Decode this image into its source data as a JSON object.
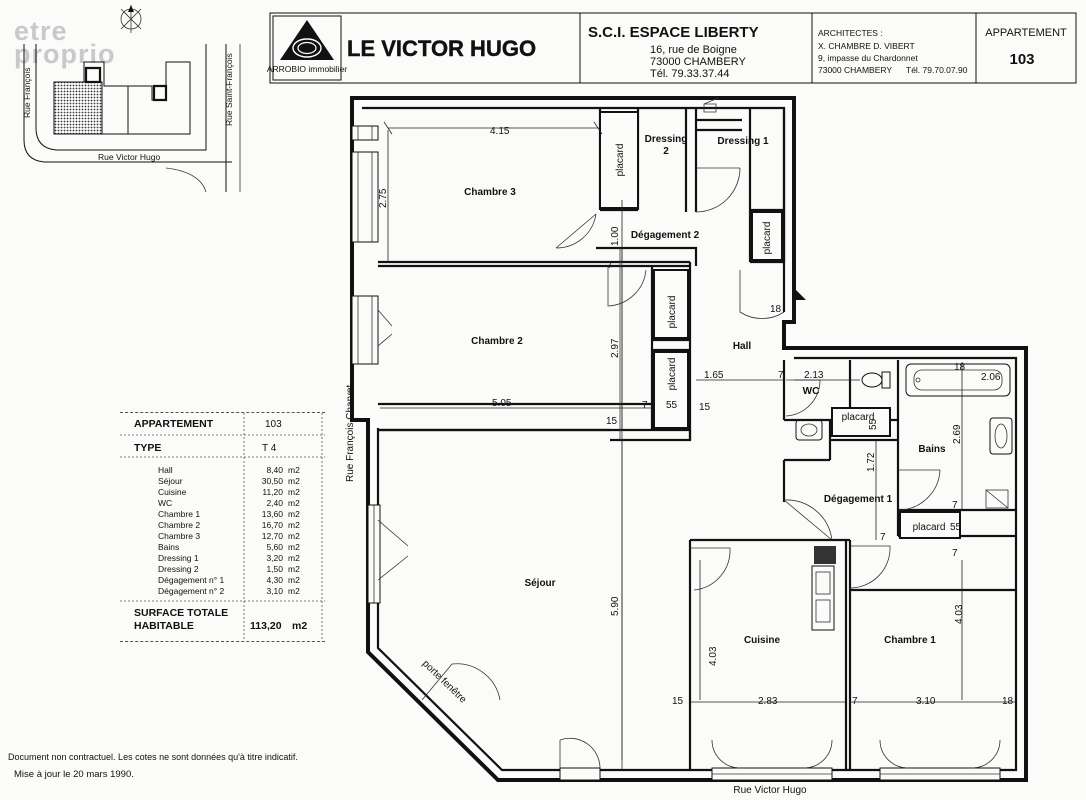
{
  "watermark": [
    "etre",
    "proprio"
  ],
  "header": {
    "logo_text": "ARROBIO immobilier",
    "building": "LE VICTOR HUGO",
    "sci": {
      "name": "S.C.I. ESPACE LIBERTY",
      "address1": "16, rue de Boigne",
      "address2": "73000 CHAMBERY",
      "phone": "Tél. 79.33.37.44"
    },
    "architects": {
      "label": "ARCHITECTES :",
      "names": "X. CHAMBRE D. VIBERT",
      "address1": "9, impasse du Chardonnet",
      "address2": "73000 CHAMBERY",
      "phone": "Tél. 79.70.07.90"
    },
    "apartment_label": "APPARTEMENT",
    "apartment_number": "103"
  },
  "location_map": {
    "street_bottom": "Rue Victor Hugo",
    "street_left": "Rue François",
    "street_right": "Rue Saint-François"
  },
  "summary": {
    "apartment_label": "APPARTEMENT",
    "apartment_number": "103",
    "type_label": "TYPE",
    "type_value": "T 4",
    "rows": [
      {
        "name": "Hall",
        "area": "8,40",
        "unit": "m2"
      },
      {
        "name": "Séjour",
        "area": "30,50",
        "unit": "m2"
      },
      {
        "name": "Cuisine",
        "area": "11,20",
        "unit": "m2"
      },
      {
        "name": "WC",
        "area": "2,40",
        "unit": "m2"
      },
      {
        "name": "Chambre 1",
        "area": "13,60",
        "unit": "m2"
      },
      {
        "name": "Chambre 2",
        "area": "16,70",
        "unit": "m2"
      },
      {
        "name": "Chambre 3",
        "area": "12,70",
        "unit": "m2"
      },
      {
        "name": "Bains",
        "area": "5,60",
        "unit": "m2"
      },
      {
        "name": "Dressing 1",
        "area": "3,20",
        "unit": "m2"
      },
      {
        "name": "Dressing 2",
        "area": "1,50",
        "unit": "m2"
      },
      {
        "name": "Dégagement n° 1",
        "area": "4,30",
        "unit": "m2"
      },
      {
        "name": "Dégagement n° 2",
        "area": "3,10",
        "unit": "m2"
      }
    ],
    "total_label_1": "SURFACE TOTALE",
    "total_label_2": "HABITABLE",
    "total_value": "113,20",
    "total_unit": "m2"
  },
  "footer": {
    "note": "Document non contractuel.   Les cotes ne sont données qu'à titre indicatif.",
    "updated": "Mise à jour le 20 mars 1990."
  },
  "plan": {
    "rooms": {
      "chambre3": "Chambre  3",
      "chambre2": "Chambre  2",
      "chambre1": "Chambre  1",
      "sejour": "Séjour",
      "cuisine": "Cuisine",
      "hall": "Hall",
      "wc": "WC",
      "bains": "Bains",
      "dressing1": "Dressing  1",
      "dressing2_a": "Dressing",
      "dressing2_b": "2",
      "degagement1": "Dégagement  1",
      "degagement2": "Dégagement  2"
    },
    "placard": "placard",
    "porte_fenetre": "porte fenêtre",
    "street_left": "Rue François Charvet",
    "street_bottom": "Rue Victor Hugo",
    "dimensions": {
      "d415": "4.15",
      "d275": "2.75",
      "d100": "1.00",
      "d7a": "7",
      "d297": "2.97",
      "d505": "5.05",
      "d15a": "15",
      "d7b": "7",
      "d55a": "55",
      "d15b": "15",
      "d18a": "18",
      "d165": "1.65",
      "d7c": "7",
      "d213": "2.13",
      "d18b": "18",
      "d206": "2.06",
      "d55b": "55",
      "d269": "2.69",
      "d172": "1.72",
      "d7d": "7",
      "d55c": "55",
      "d7e": "7",
      "d590": "5.90",
      "d403a": "4.03",
      "d403b": "4.03",
      "d15c": "15",
      "d283": "2.83",
      "d7f": "7",
      "d310": "3.10",
      "d18c": "18",
      "d7g": "7"
    }
  }
}
